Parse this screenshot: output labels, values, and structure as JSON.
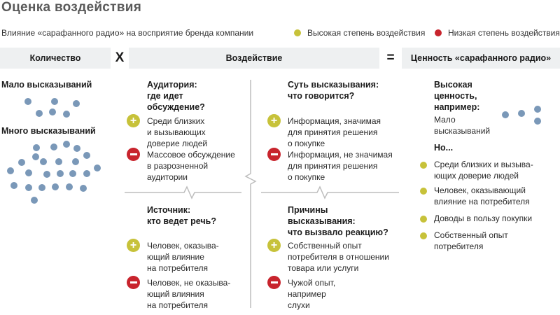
{
  "header": {
    "title": "Оценка воздействия",
    "subtitle": "Влияние «сарафанного радио» на восприятие бренда компании",
    "legend": [
      {
        "label": "Высокая степень воздействия",
        "color": "#c7c23a"
      },
      {
        "label": "Низкая степень воздействия",
        "color": "#c8242d"
      }
    ]
  },
  "formula": {
    "quantity": "Количество",
    "times": "X",
    "impact": "Воздействие",
    "equals": "=",
    "value": "Ценность «сарафанного радио»"
  },
  "quantity_panel": {
    "few": "Мало высказываний",
    "many": "Много высказываний"
  },
  "quadrants": {
    "audience": {
      "heading": [
        "Аудитория:",
        "где идет",
        "обсуждение?"
      ],
      "plus": [
        "Среди близких",
        "и вызывающих",
        "доверие людей"
      ],
      "minus": [
        "Массовое обсуждение",
        "в разрозненной",
        "аудитории"
      ]
    },
    "essence": {
      "heading": [
        "Суть высказывания:",
        "что говорится?"
      ],
      "plus": [
        "Информация, значимая",
        "для принятия решения",
        "о покупке"
      ],
      "minus": [
        "Информация, не значимая",
        "для принятия решения",
        "о покупке"
      ]
    },
    "source": {
      "heading": [
        "Источник:",
        "кто ведет речь?"
      ],
      "plus": [
        "Человек, оказыва-",
        "ющий влияние",
        "на потребителя"
      ],
      "minus": [
        "Человек, не оказыва-",
        "ющий влияния",
        "на потребителя"
      ]
    },
    "reasons": {
      "heading": [
        "Причины",
        "высказывания:",
        "что вызвало реакцию?"
      ],
      "plus": [
        "Собственный опыт",
        "потребителя в отношении",
        "товара или услуги"
      ],
      "minus": [
        "Чужой опыт,",
        "например",
        "слухи"
      ]
    }
  },
  "value_panel": {
    "heading": [
      "Высокая",
      "ценность,",
      "например:"
    ],
    "few": [
      "Мало",
      "высказываний"
    ],
    "but": "Но...",
    "items": [
      [
        "Среди близких и вызыва-",
        "ющих доверие людей"
      ],
      [
        "Человек, оказывающий",
        "влияние на потребителя"
      ],
      [
        "Доводы в пользу покупки"
      ],
      [
        "Собственный опыт",
        "потребителя"
      ]
    ]
  },
  "icons": {
    "plus": "plus-circle-icon",
    "minus": "minus-circle-icon"
  }
}
